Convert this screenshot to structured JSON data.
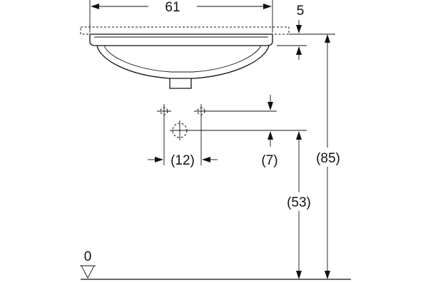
{
  "dimensions": {
    "width_top": "61",
    "rim_height": "5",
    "total_height": "(85)",
    "outlet_height": "(53)",
    "valve_offset": "(7)",
    "valve_spacing": "(12)",
    "floor_level": "0"
  },
  "colors": {
    "line": "#111111",
    "background": "#ffffff"
  }
}
